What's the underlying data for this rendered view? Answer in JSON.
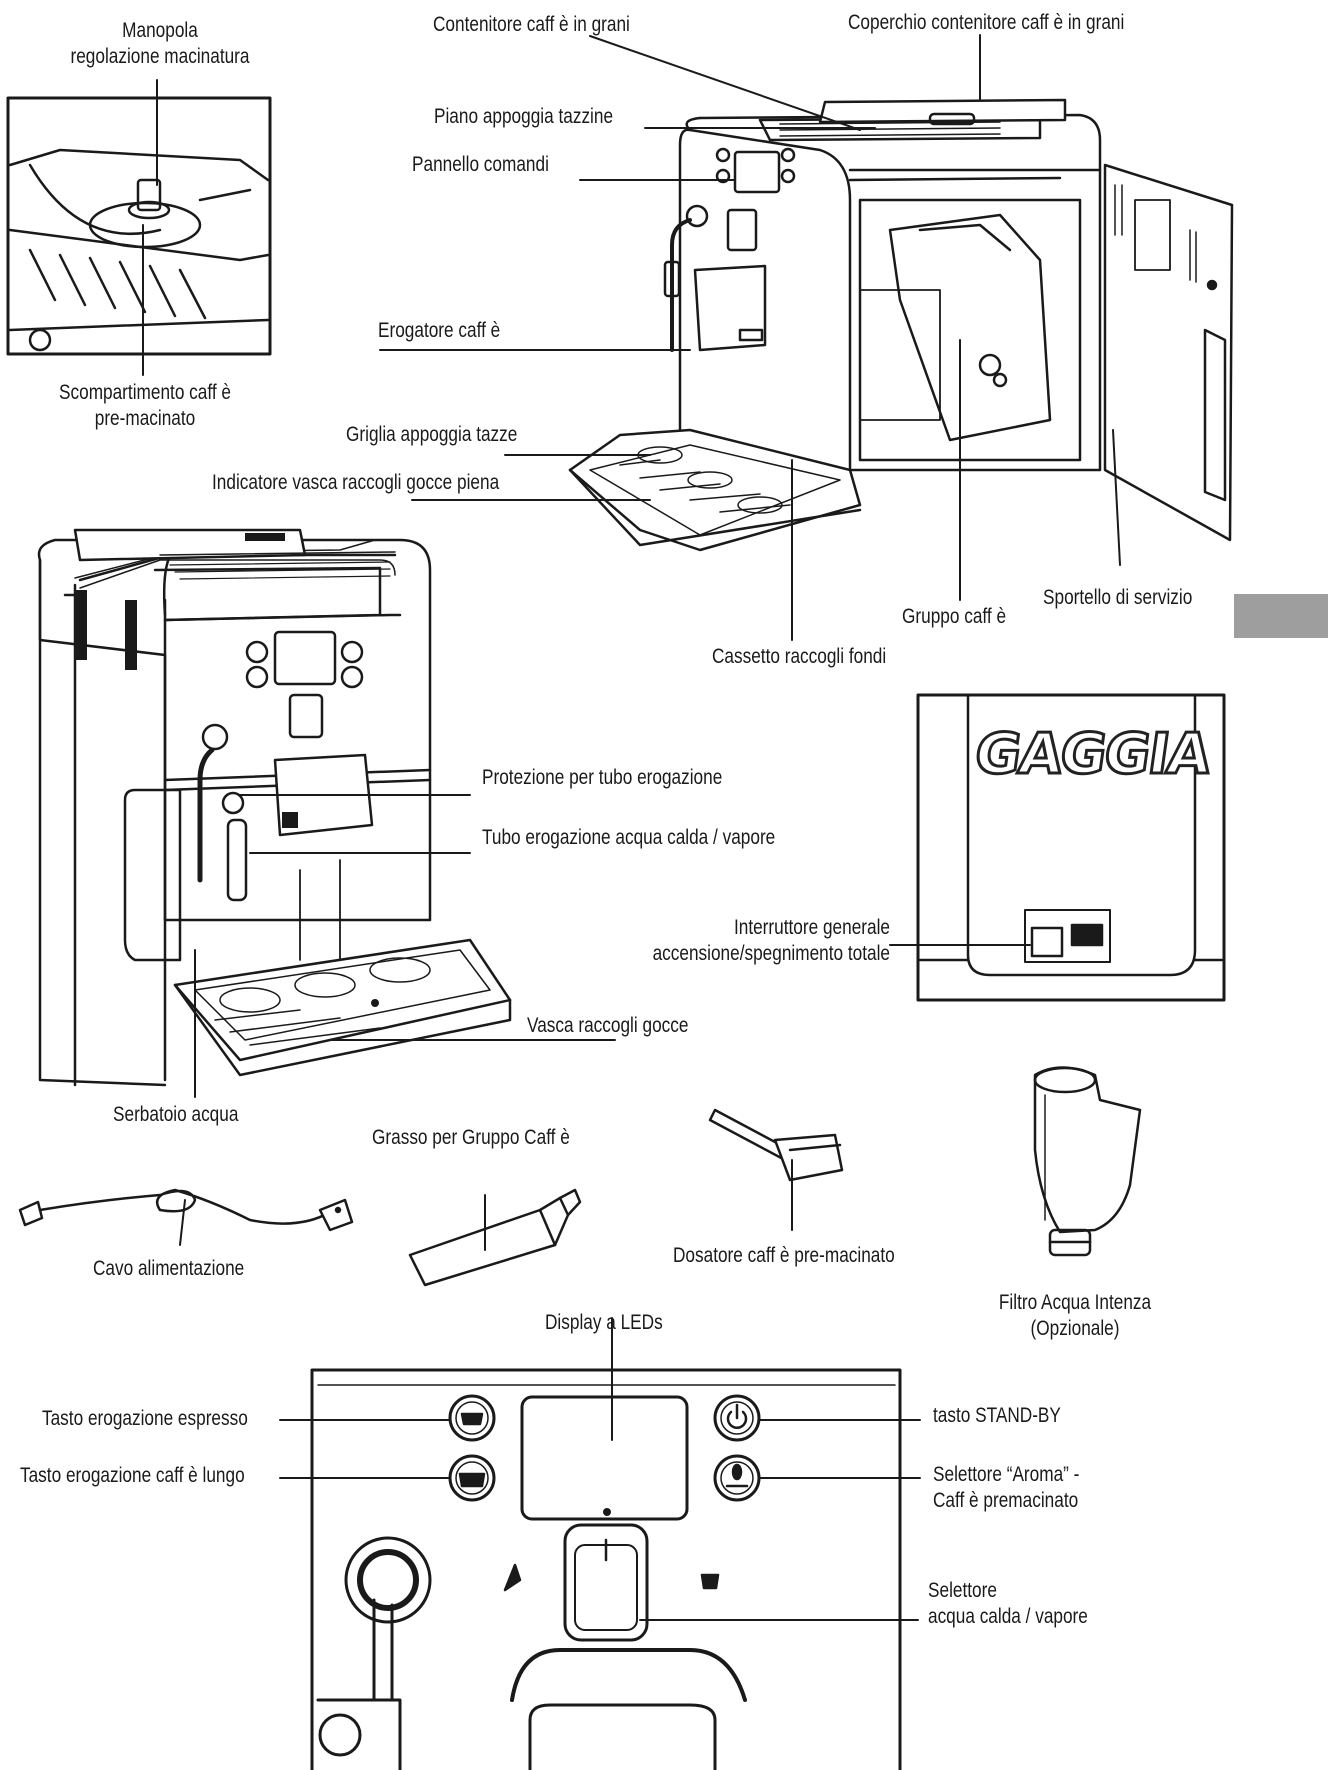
{
  "brand": "GAGGIA",
  "labels": {
    "manopola": [
      "Manopola",
      "regolazione macinatura"
    ],
    "scompartimento": [
      "Scompartimento caff è",
      "pre-macinato"
    ],
    "contenitore": "Contenitore caff è in grani",
    "coperchio": "Coperchio contenitore caff è in grani",
    "piano": "Piano appoggia tazzine",
    "pannello": "Pannello comandi",
    "erogatore": "Erogatore caff è",
    "griglia": "Griglia appoggia tazze",
    "indicatore": "Indicatore vasca raccogli gocce piena",
    "gruppo": "Gruppo caff è",
    "sportello": "Sportello di servizio",
    "cassetto": "Cassetto raccogli fondi",
    "protezione": "Protezione per tubo erogazione",
    "tubo": "Tubo erogazione acqua calda / vapore",
    "interruttore": [
      "Interruttore generale",
      "accensione/spegnimento totale"
    ],
    "vasca": "Vasca raccogli gocce",
    "serbatoio": "Serbatoio acqua",
    "grasso": "Grasso per Gruppo Caff è",
    "cavo": "Cavo alimentazione",
    "dosatore": "Dosatore caff è pre-macinato",
    "filtro": [
      "Filtro Acqua Intenza",
      "(Opzionale)"
    ],
    "display": "Display a LEDs",
    "espresso": "Tasto erogazione espresso",
    "lungo": "Tasto erogazione caff è lungo",
    "standby": "tasto STAND-BY",
    "aroma": [
      "Selettore “Aroma” -",
      "Caff è premacinato"
    ],
    "selettore": [
      "Selettore",
      "acqua calda / vapore"
    ]
  },
  "colors": {
    "line": "#1a1a1a",
    "tab": "#9e9e9e",
    "fill": "#ffffff"
  },
  "icons": [
    "coffee-machine-illustration",
    "grinder-knob-icon",
    "power-icon",
    "aroma-bean-icon",
    "espresso-cup-icon",
    "steam-icon",
    "cup-icon",
    "power-cord-icon",
    "grease-tube-icon",
    "measuring-scoop-icon",
    "water-filter-icon"
  ]
}
